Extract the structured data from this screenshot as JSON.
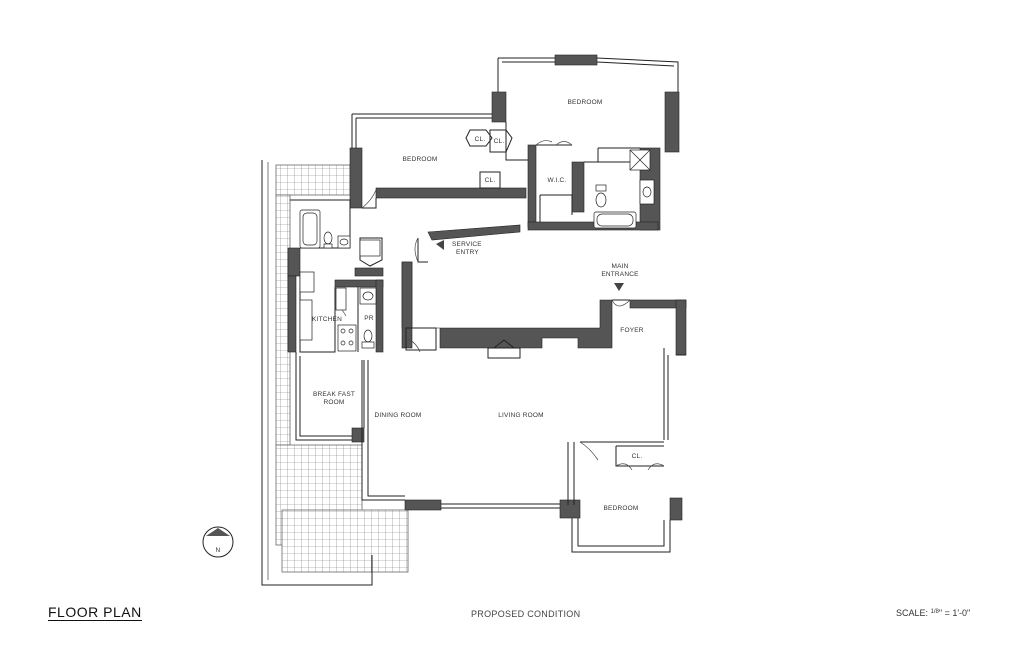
{
  "labels": {
    "bedroom_top": "BEDROOM",
    "bedroom_left": "BEDROOM",
    "bedroom_bottom": "BEDROOM",
    "closet_1": "CL.",
    "closet_2": "CL.",
    "closet_3": "CL.",
    "closet_4": "CL.",
    "wic": "W.I.C.",
    "service_entry_1": "SERVICE",
    "service_entry_2": "ENTRY",
    "main_entrance_1": "MAIN",
    "main_entrance_2": "ENTRANCE",
    "kitchen": "KITCHEN",
    "powder_room": "PR",
    "foyer": "FOYER",
    "breakfast_room_1": "BREAK FAST",
    "breakfast_room_2": "ROOM",
    "dining_room": "DINING ROOM",
    "living_room": "LIVING ROOM",
    "north": "N"
  },
  "footer": {
    "title": "FLOOR PLAN",
    "subtitle": "PROPOSED CONDITION",
    "scale_prefix": "SCALE: ",
    "scale_num": "1",
    "scale_den": "8",
    "scale_suffix": "\" = 1'-0\""
  },
  "colors": {
    "wall": "#555555",
    "line": "#222222",
    "terrace": "#888888"
  }
}
